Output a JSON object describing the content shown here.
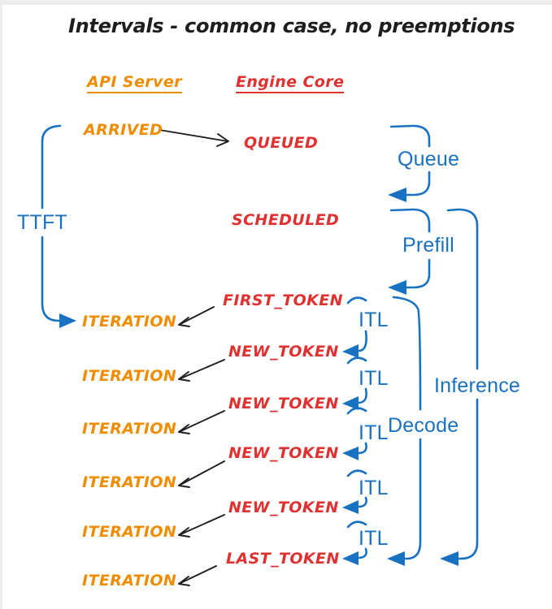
{
  "title": "Intervals - common case, no preemptions",
  "columns": {
    "api_server": "API Server",
    "engine_core": "Engine Core"
  },
  "events": {
    "arrived": "ARRIVED",
    "queued": "QUEUED",
    "scheduled": "SCHEDULED",
    "first_token": "FIRST_TOKEN",
    "new_token": "NEW_TOKEN",
    "last_token": "LAST_TOKEN",
    "iteration": "ITERATION"
  },
  "intervals": {
    "ttft": "TTFT",
    "queue": "Queue",
    "prefill": "Prefill",
    "itl": "ITL",
    "decode": "Decode",
    "inference": "Inference"
  },
  "colors": {
    "api_server_text": "#f08c00",
    "engine_core_text": "#e03131",
    "interval_blue": "#1971c2",
    "arrow_black": "#1e1e1e",
    "background": "#ffffff",
    "edge_gray": "#ececec"
  }
}
